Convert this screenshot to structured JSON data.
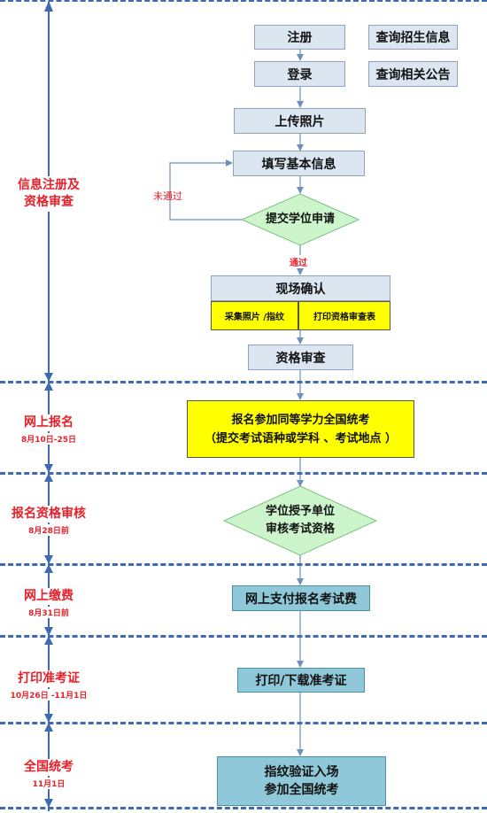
{
  "stages": [
    {
      "title": "信息注册及\n资格审查",
      "date": ""
    },
    {
      "title": "网上报名",
      "date": "8月10日-25日"
    },
    {
      "title": "报名资格审核",
      "date": "8月28日前"
    },
    {
      "title": "网上缴费",
      "date": "8月31日前"
    },
    {
      "title": "打印准考证",
      "date": "10月26日 -11月1日"
    },
    {
      "title": "全国统考",
      "date": "11月1日"
    }
  ],
  "flow": {
    "register": "注册",
    "login": "登录",
    "query_enroll": "查询招生信息",
    "query_notice": "查询相关公告",
    "upload_photo": "上传照片",
    "fill_info": "填写基本信息",
    "submit_application": "提交学位申请",
    "not_passed": "未通过",
    "passed": "通过",
    "onsite_confirm": "现场确认",
    "collect_photo": "采集照片 /指纹",
    "print_review_form": "打印资格审查表",
    "qualification_review": "资格审查",
    "signup_exam": "报名参加同等学力全国统考\n（提交考试语种或学科 、考试地点 ）",
    "institution_review": "学位授予单位\n审核考试资格",
    "pay_fee": "网上支付报名考试费",
    "print_ticket": "打印/下载准考证",
    "fingerprint_entry": "指纹验证入场\n参加全国统考"
  },
  "colors": {
    "dashed_line": "#3f6ab0",
    "stage_text": "#e8202a",
    "grey_box": "#dce6f1",
    "yellow_box": "#ffff00",
    "teal_box": "#8fc8d8",
    "diamond": "#ccf5cc",
    "arrow": "#6f8fbf"
  }
}
